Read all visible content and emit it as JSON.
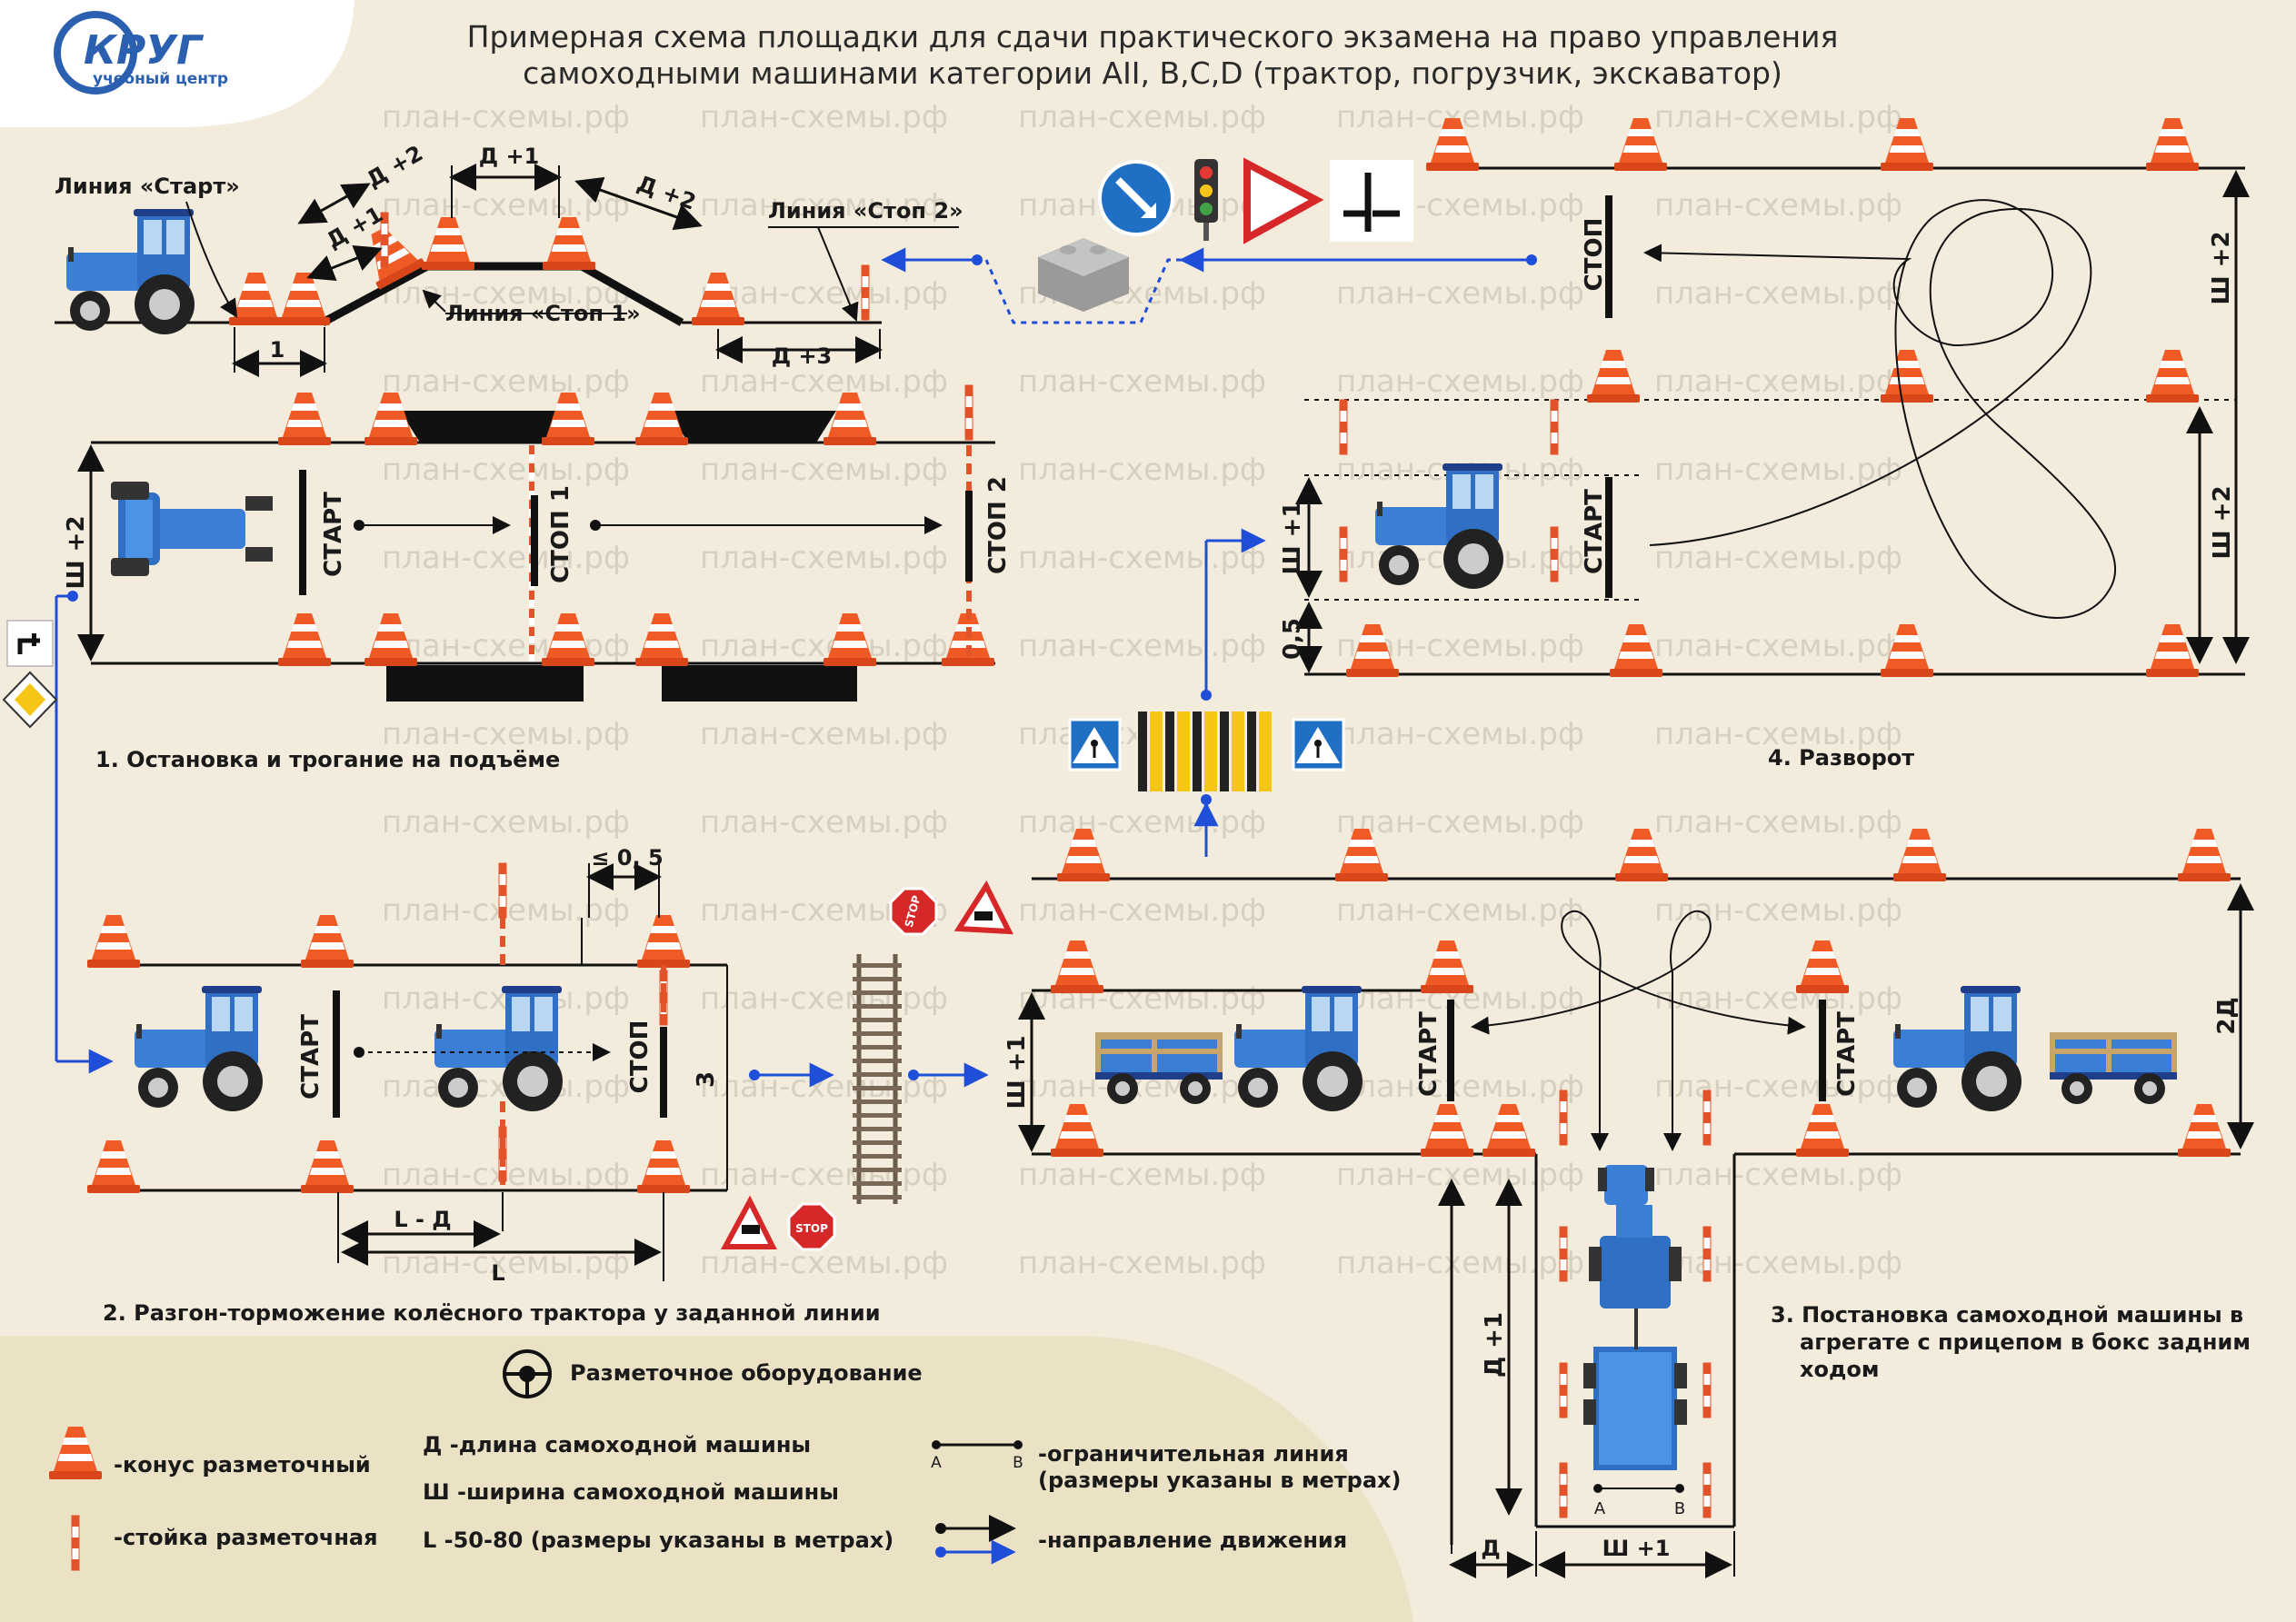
{
  "header": {
    "logo_text": "КРУГ",
    "logo_sub": "учебный центр",
    "title_line1": "Примерная схема площадки для сдачи практического экзамена на право управления",
    "title_line2": "самоходными машинами категории AII, B,C,D (трактор, погрузчик, экскаватор)"
  },
  "watermark": "план-схемы.рф",
  "profile": {
    "start_line": "Линия «Старт»",
    "stop1_line": "Линия «Стоп 1»",
    "stop2_line": "Линия «Стоп 2»",
    "dim_d1a": "Д +1",
    "dim_d2a": "Д +2",
    "dim_d1_top": "Д +1",
    "dim_d2b": "Д +2",
    "dim_1": "1",
    "dim_d3": "Д +3"
  },
  "section1": {
    "caption": "1. Остановка и трогание на подъёме",
    "start": "СТАРТ",
    "stop1": "СТОП 1",
    "stop2": "СТОП 2",
    "width": "Ш +2"
  },
  "section2": {
    "caption": "2. Разгон-торможение колёсного трактора у заданной линии",
    "start": "СТАРТ",
    "stop": "СТОП",
    "dim_le05": "≤ 0, 5",
    "dim_3": "3",
    "dim_ld": "L - Д",
    "dim_l": "L"
  },
  "section3": {
    "caption_line1": "3. Постановка самоходной машины в",
    "caption_line2": "агрегате с прицепом в бокс задним",
    "caption_line3": "ходом",
    "start_left": "СТАРТ",
    "start_right": "СТАРТ",
    "dim_w1": "Ш +1",
    "dim_2d": "2Д",
    "dim_d1": "Д +1",
    "dim_d": "Д",
    "dim_w1_bottom": "Ш +1",
    "a": "A",
    "b": "B"
  },
  "section4": {
    "caption": "4. Разворот",
    "stop": "СТОП",
    "start": "СТАРТ",
    "dim_w2_top": "Ш +2",
    "dim_w2_bottom": "Ш +2",
    "dim_w1": "Ш +1",
    "dim_05": "0,5"
  },
  "signs": {
    "stop_text": "STOP"
  },
  "legend": {
    "equipment": "Разметочное оборудование",
    "cone": "-конус разметочный",
    "post": "-стойка разметочная",
    "d_def": "Д -длина самоходной машины",
    "w_def": "Ш -ширина самоходной машины",
    "l_def": "L -50-80 (размеры указаны в метрах)",
    "limit_line_1": "-ограничительная линия",
    "limit_line_2": "(размеры указаны в метрах)",
    "direction": "-направление движения",
    "a": "A",
    "b": "B"
  },
  "colors": {
    "background": "#f3ecdd",
    "legend_panel": "#ebe2c6",
    "cone_orange": "#f05a24",
    "tractor_blue": "#3a7fd5",
    "route_blue": "#1f4fd8",
    "line_black": "#111111"
  }
}
